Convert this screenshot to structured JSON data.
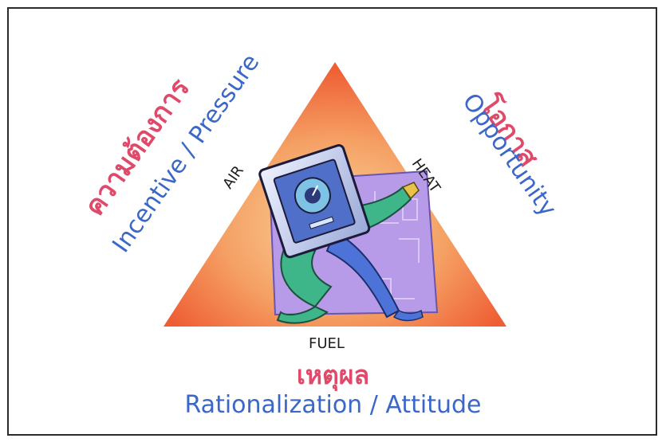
{
  "labels": {
    "left_thai": "ความต้องการ",
    "left_english": "Incentive / Pressure",
    "right_thai": "โอกาส",
    "right_english": "Opportunity",
    "bottom_thai": "เหตุผล",
    "bottom_english": "Rationalization / Attitude",
    "side_left": "AIR",
    "side_right": "HEAT",
    "side_bottom": "FUEL"
  },
  "colors": {
    "thai_text": "#e04a6a",
    "english_text": "#3a67c8",
    "triangle_edge": "#f26a3a",
    "triangle_center": "#f6c48a",
    "clipart_board": "#b79be8"
  }
}
